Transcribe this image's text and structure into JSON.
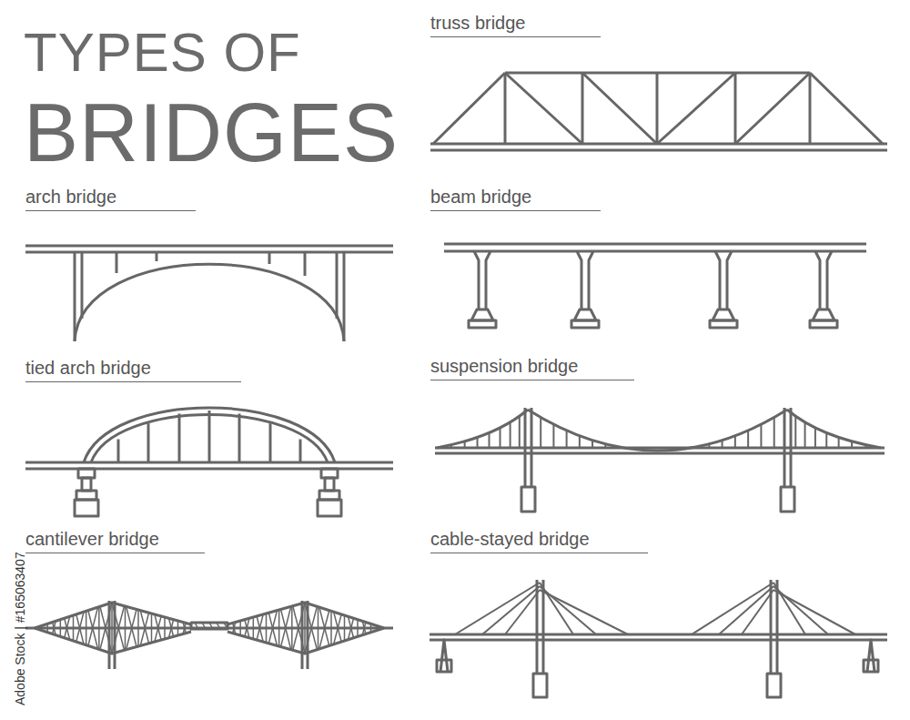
{
  "diagram": {
    "title": "TYPES OF BRIDGES",
    "labels": [
      "truss bridge",
      "arch bridge",
      "beam bridge",
      "tied arch bridge",
      "suspension bridge",
      "cantilever bridge",
      "cable-stayed bridge",
      "Adobe Stock | #165063407"
    ]
  }
}
